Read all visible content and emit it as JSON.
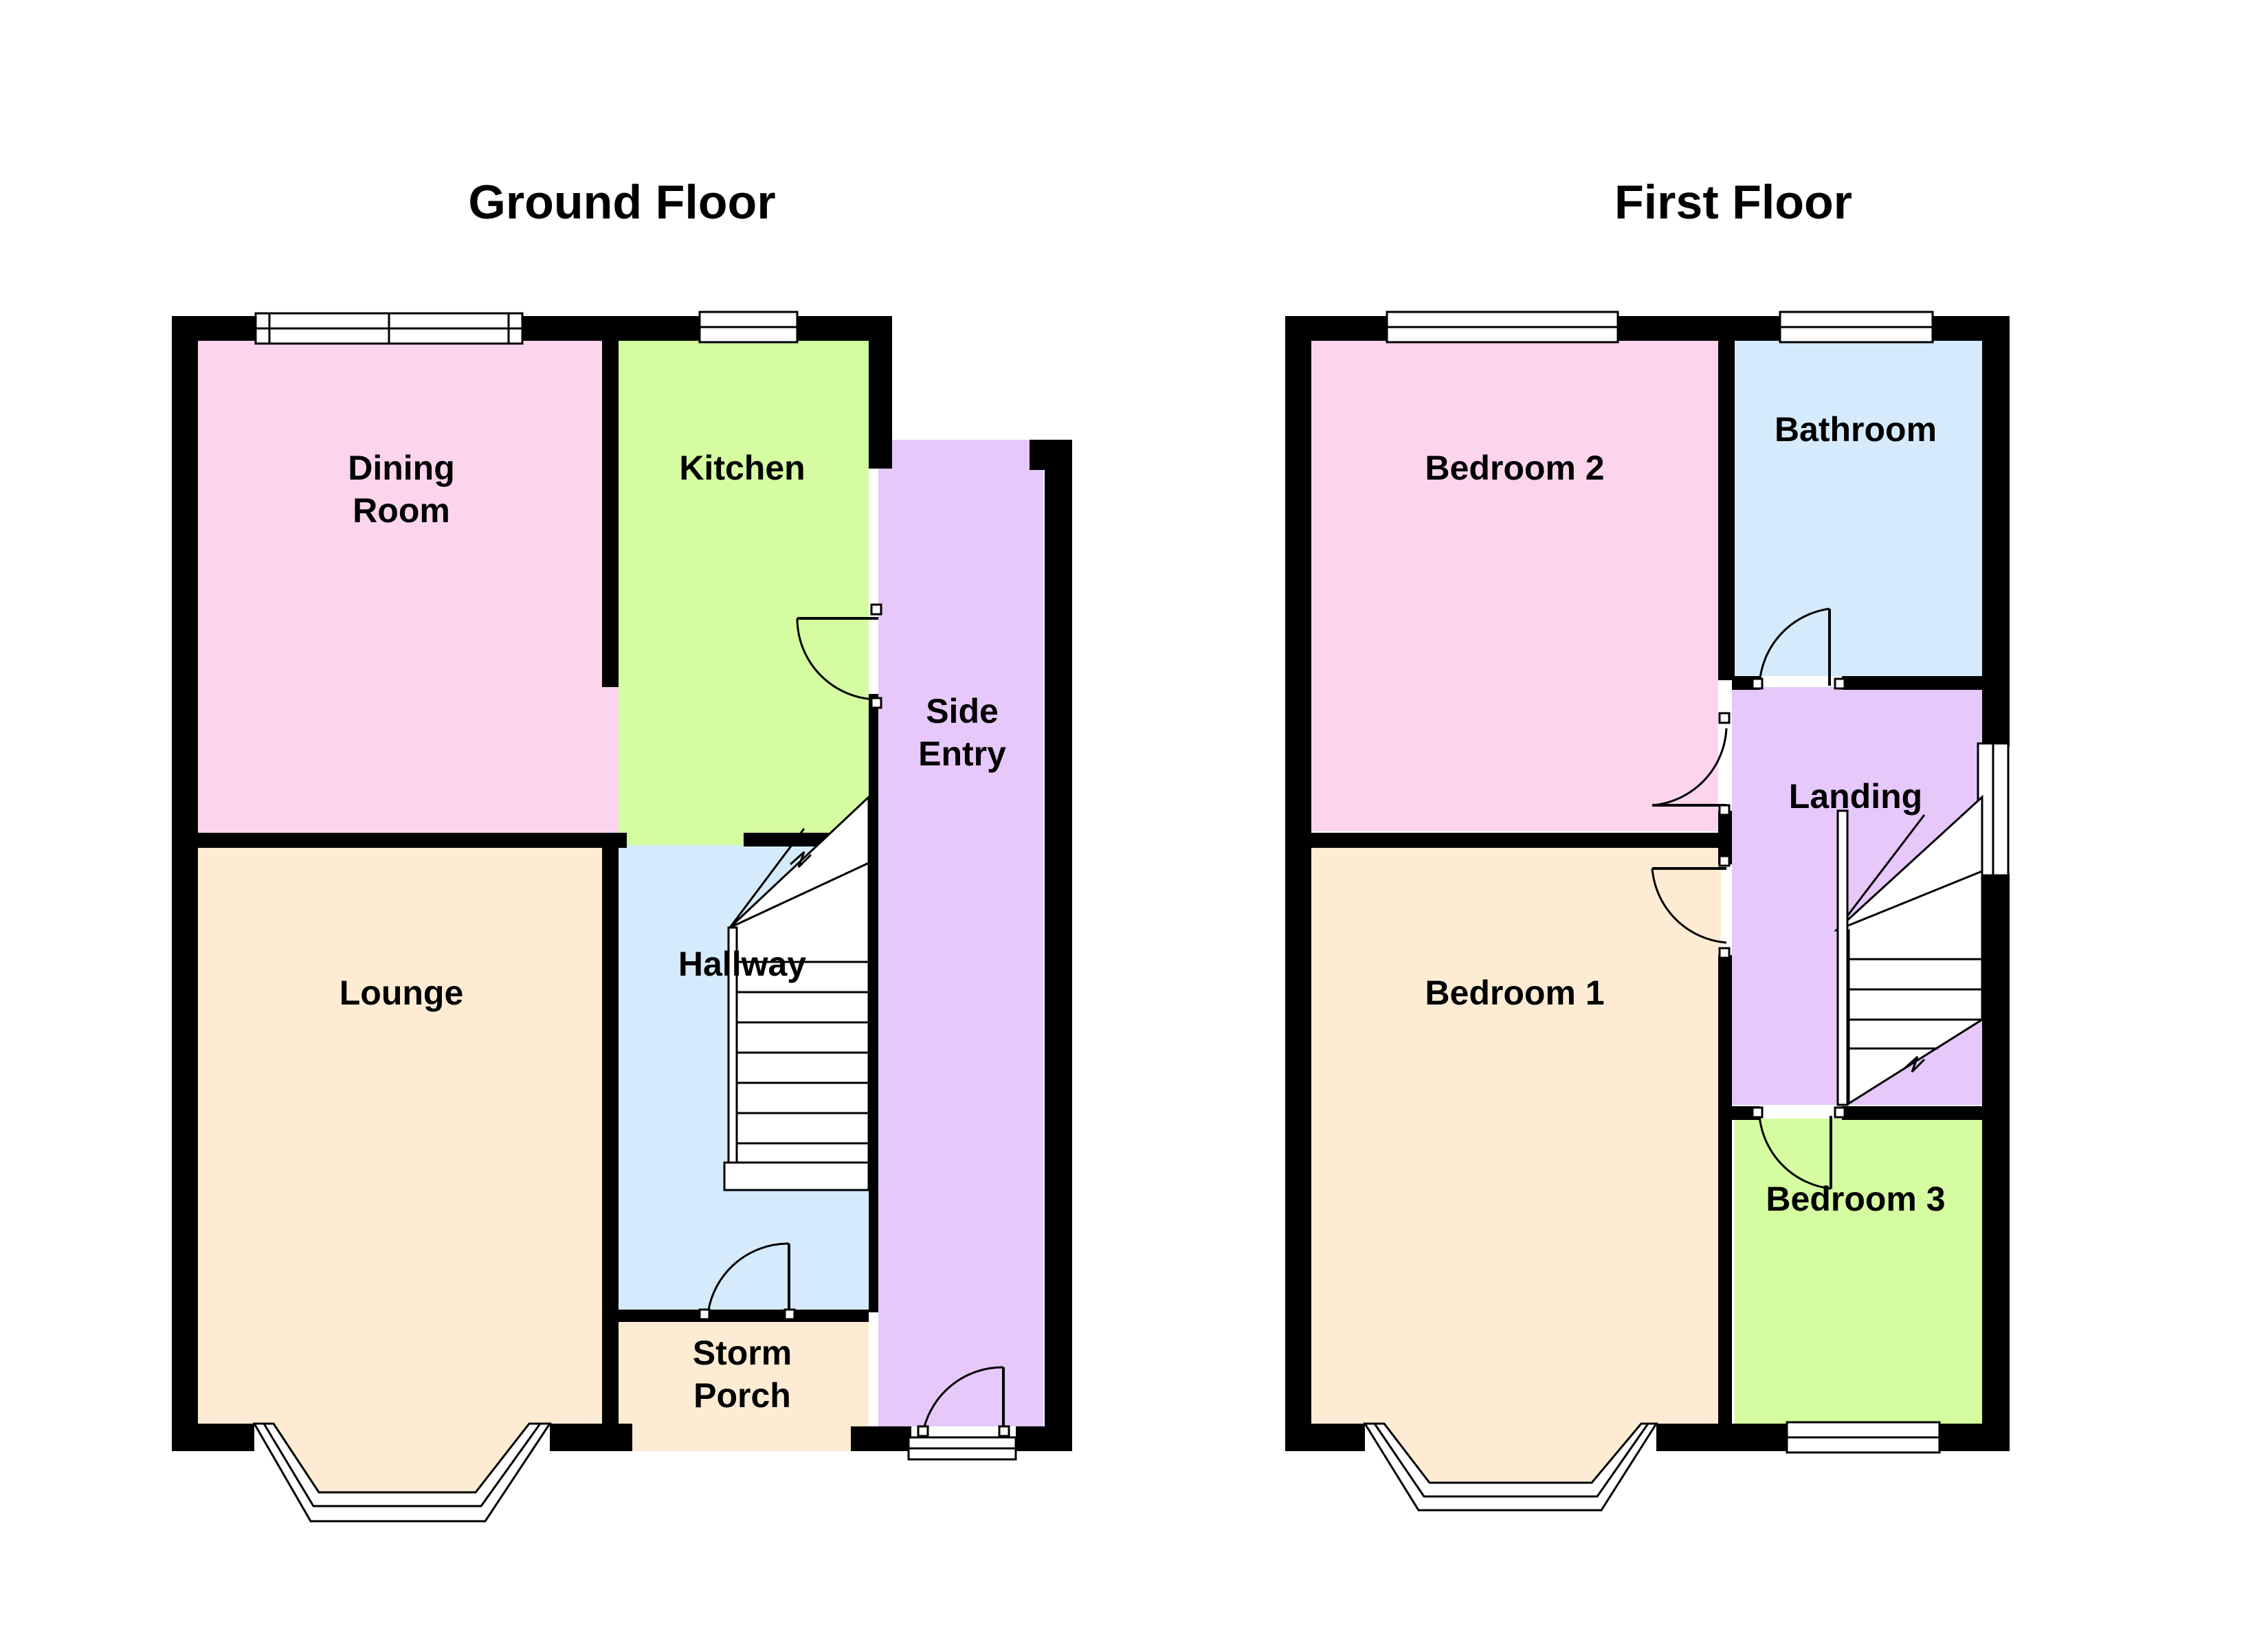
{
  "floors": [
    {
      "title": "Ground Floor"
    },
    {
      "title": "First Floor"
    }
  ],
  "rooms": {
    "dining_room": {
      "lines": [
        "Dining",
        "Room"
      ],
      "color": "#fcd5ed"
    },
    "kitchen": {
      "lines": [
        "Kitchen"
      ],
      "color": "#d5fca0"
    },
    "side_entry": {
      "lines": [
        "Side",
        "Entry"
      ],
      "color": "#e6c8fa"
    },
    "lounge": {
      "lines": [
        "Lounge"
      ],
      "color": "#fdecd3"
    },
    "hallway": {
      "lines": [
        "Hallway"
      ],
      "color": "#d5ebfc"
    },
    "storm_porch": {
      "lines": [
        "Storm",
        "Porch"
      ],
      "color": "#fdecd3"
    },
    "bedroom_2": {
      "lines": [
        "Bedroom 2"
      ],
      "color": "#fcd5ed"
    },
    "bathroom": {
      "lines": [
        "Bathroom"
      ],
      "color": "#d5ebfc"
    },
    "landing": {
      "lines": [
        "Landing"
      ],
      "color": "#e6c8fa"
    },
    "bedroom_1": {
      "lines": [
        "Bedroom 1"
      ],
      "color": "#fdecd3"
    },
    "bedroom_3": {
      "lines": [
        "Bedroom 3"
      ],
      "color": "#d5fca0"
    }
  },
  "colors": {
    "wall": "#000000",
    "background": "#ffffff",
    "fixture": "#ffffff"
  }
}
